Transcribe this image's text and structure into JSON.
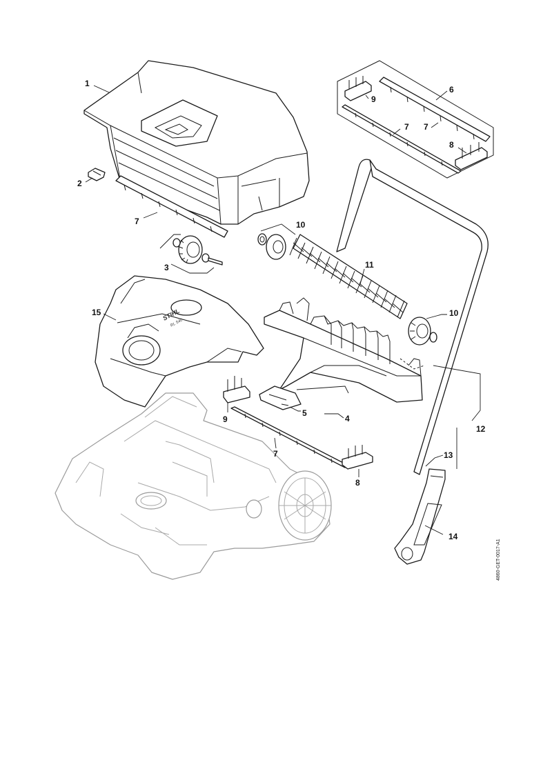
{
  "callouts": {
    "c1": "1",
    "c2": "2",
    "c3": "3",
    "c4": "4",
    "c5": "5",
    "c6": "6",
    "c7a": "7",
    "c7b": "7",
    "c7c": "7",
    "c7d": "7",
    "c8a": "8",
    "c8b": "8",
    "c9a": "9",
    "c9b": "9",
    "c10a": "10",
    "c10b": "10",
    "c11": "11",
    "c12": "12",
    "c13": "13",
    "c14": "14",
    "c15": "15"
  },
  "brand_logo": "STIHL",
  "model_text": "RL 540",
  "document_id": "4860-GET-0017-A1",
  "colors": {
    "line": "#1a1a1a",
    "faded_line": "#9a9a9a",
    "background": "#ffffff"
  }
}
